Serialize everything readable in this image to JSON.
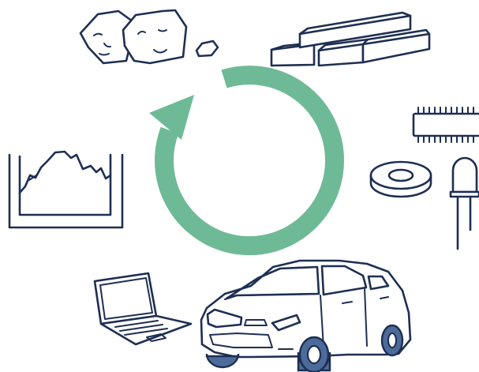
{
  "diagram": {
    "colors": {
      "outline": "#1e2f52",
      "cycle_arrow": "#6fba96",
      "tire_fill": "#4d6b9a",
      "background": "#ffffff"
    },
    "nodes": [
      {
        "id": "ore-rocks",
        "icon": "ore-rocks-icon"
      },
      {
        "id": "metal-ingots",
        "icon": "metal-ingots-icon"
      },
      {
        "id": "chip",
        "icon": "microchip-icon"
      },
      {
        "id": "magnet-ring",
        "icon": "ring-magnet-icon"
      },
      {
        "id": "led",
        "icon": "led-icon"
      },
      {
        "id": "car",
        "icon": "car-icon"
      },
      {
        "id": "laptop",
        "icon": "laptop-icon"
      },
      {
        "id": "landfill",
        "icon": "landfill-pit-icon"
      }
    ],
    "center": {
      "icon": "recycle-cycle-arrow-icon"
    }
  }
}
